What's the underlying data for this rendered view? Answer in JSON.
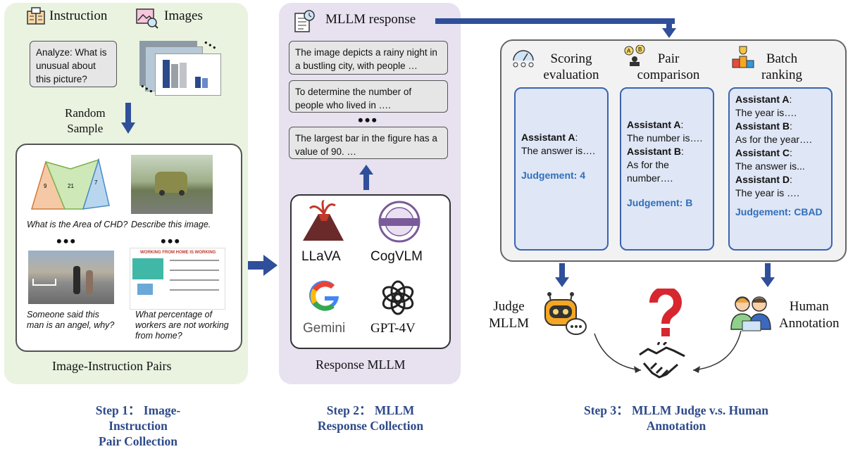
{
  "step1": {
    "instruction_label": "Instruction",
    "images_label": "Images",
    "prompt_text": "Analyze: What is unusual about this picture?",
    "random_sample_line1": "Random",
    "random_sample_line2": "Sample",
    "captions": [
      "What is the Area of CHD?",
      "Describe this image.",
      "Someone said this man is an angel, why?",
      "What percentage of workers are not working from home?"
    ],
    "ellipsis": "•••",
    "pairs_label": "Image-Instruction Pairs",
    "step_line1": "Step 1： Image-Instruction",
    "step_line2": "Pair Collection"
  },
  "step2": {
    "response_label": "MLLM response",
    "responses": [
      "The image depicts a rainy night in a bustling city, with people …",
      "To determine the number of people who lived in ….",
      "The largest bar in the figure has a value of 90. …"
    ],
    "ellipsis": "•••",
    "models": [
      "LLaVA",
      "CogVLM",
      "Gemini",
      "GPT-4V"
    ],
    "response_mllm_label": "Response MLLM",
    "step_line1": "Step 2： MLLM",
    "step_line2": "Response Collection"
  },
  "step3": {
    "scoring": {
      "line1": "Scoring",
      "line2": "evaluation",
      "assistant": "Assistant A",
      "text": "The answer is….",
      "judgement": "Judgement: 4"
    },
    "pair": {
      "line1": "Pair",
      "line2": "comparison",
      "a_label": "Assistant A",
      "a_text": "The number is….",
      "b_label": "Assistant B",
      "b_text": "As for the number….",
      "judgement": "Judgement: B"
    },
    "batch": {
      "line1": "Batch",
      "line2": "ranking",
      "a_label": "Assistant A",
      "a_text": "The year is….",
      "b_label": "Assistant B",
      "b_text": "As for the year….",
      "c_label": "Assistant C",
      "c_text": "The answer is...",
      "d_label": "Assistant D",
      "d_text": "The year is ….",
      "judgement": "Judgement: CBAD"
    },
    "judge_mllm_line1": "Judge",
    "judge_mllm_line2": "MLLM",
    "human_line1": "Human",
    "human_line2": "Annotation",
    "step_line1": "Step 3： MLLM Judge v.s. Human",
    "step_line2": "Annotation"
  },
  "colors": {
    "arrow": "#2f4f9a",
    "judgement": "#2f6fbd",
    "step_text": "#2e4a8a"
  }
}
